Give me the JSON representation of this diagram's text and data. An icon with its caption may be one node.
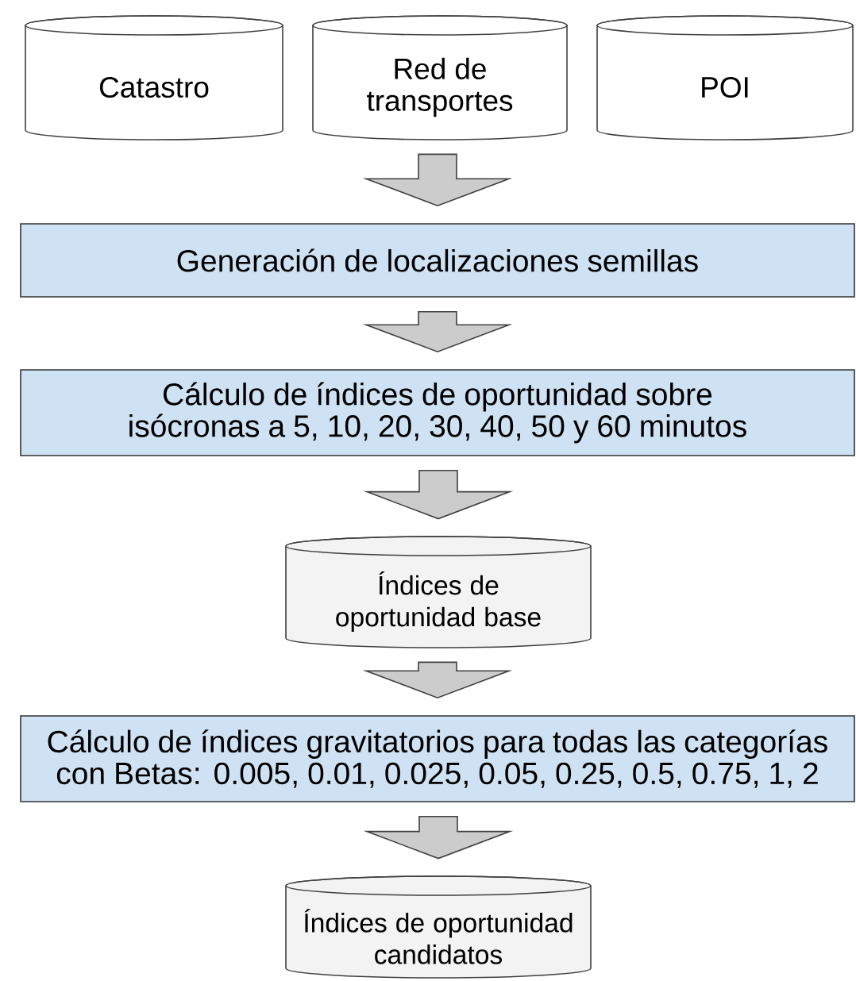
{
  "diagram": {
    "nodes": [
      {
        "text": [
          "Catastro"
        ]
      },
      {
        "text": [
          "Red de transportes"
        ]
      },
      {
        "text": [
          "POI"
        ]
      },
      {
        "text": [
          "Generación de localizaciones semillas"
        ]
      },
      {
        "text": [
          "Cálculo de índices de oportunidad sobre isócronas a 5, 10, 20, 30, 40, 50 y 60 minutos"
        ]
      },
      {
        "text": [
          "Índices de oportunidad base"
        ]
      },
      {
        "text": [
          "Cálculo de índices gravitatorios para todas las categorías con Betas: 0.005, 0.01, 0.025, 0.05, 0.25, 0.5, 0.75, 1, 2"
        ]
      },
      {
        "text": [
          "Índices de oportunidad candidatos"
        ]
      }
    ],
    "edges": [
      {
        "from": 0,
        "to": 3,
        "arrow": "to"
      },
      {
        "from": 1,
        "to": 3,
        "arrow": "to"
      },
      {
        "from": 2,
        "to": 3,
        "arrow": "to"
      },
      {
        "from": 3,
        "to": 4,
        "arrow": "to"
      },
      {
        "from": 4,
        "to": 5,
        "arrow": "to"
      },
      {
        "from": 5,
        "to": 6,
        "arrow": "to"
      },
      {
        "from": 6,
        "to": 7,
        "arrow": "to"
      }
    ]
  }
}
